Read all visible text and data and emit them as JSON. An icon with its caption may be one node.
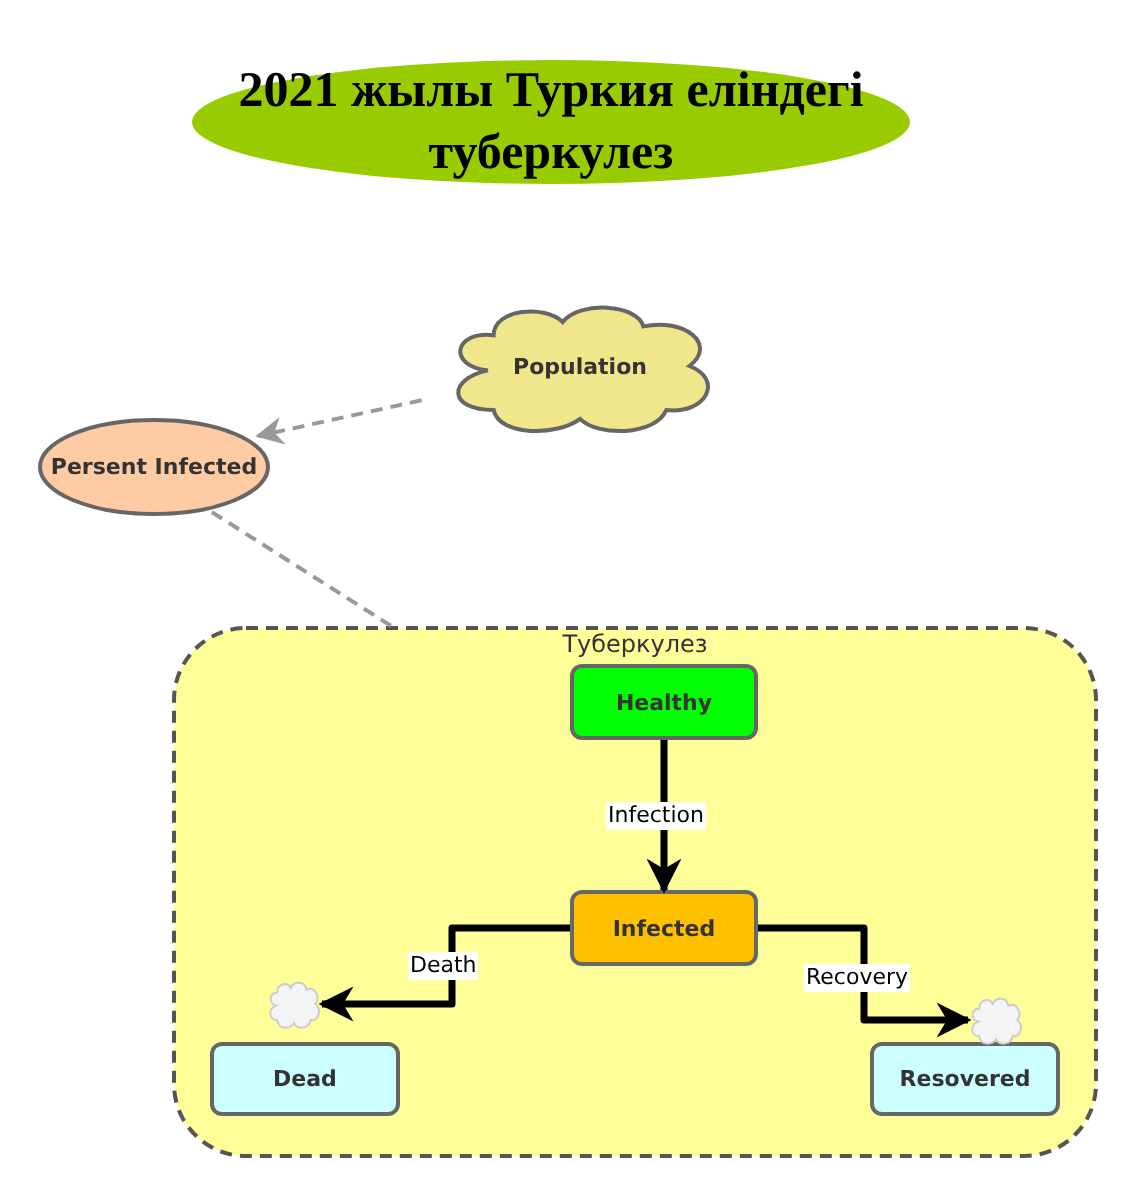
{
  "diagram": {
    "nodes": [
      {
        "text": [
          "2021 жылы Туркия еліндегі туберкулез"
        ]
      },
      {
        "text": [
          "Population"
        ]
      },
      {
        "text": [
          "Persent Infected"
        ]
      },
      {
        "text": [
          "Туберкулез"
        ]
      },
      {
        "text": [
          "Healthy"
        ],
        "in": 3
      },
      {
        "text": [
          "Infected"
        ],
        "in": 3
      },
      {
        "text": [
          "Dead"
        ],
        "in": 3
      },
      {
        "text": [
          "Resovered"
        ],
        "in": 3
      },
      {
        "text": [],
        "shape": "cloud",
        "in": 3
      },
      {
        "text": [],
        "shape": "cloud",
        "in": 3
      }
    ],
    "edges": [
      {
        "from": 1,
        "to": 2,
        "arrow": "to",
        "style": "dashed",
        "color": "#999999"
      },
      {
        "from": 2,
        "to": 3,
        "arrow": "none",
        "style": "dashed",
        "color": "#999999"
      },
      {
        "from": 4,
        "to": 5,
        "arrow": "to",
        "label": "Infection"
      },
      {
        "from": 5,
        "to": 8,
        "arrow": "to",
        "label": "Death"
      },
      {
        "from": 5,
        "to": 9,
        "arrow": "to",
        "label": "Recovery"
      }
    ]
  }
}
